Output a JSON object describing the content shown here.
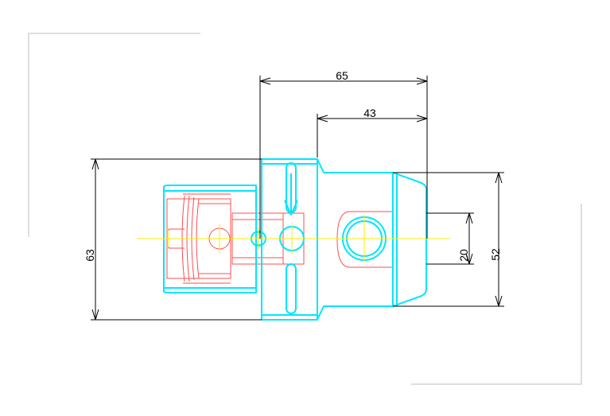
{
  "drawing": {
    "dimensions": {
      "overall_length": "65",
      "body_length": "43",
      "outer_diameter": "63",
      "shank_diameter": "52",
      "bore_diameter": "20"
    },
    "colors": {
      "outline": "#00e5ff",
      "hidden": "#ff4d4d",
      "centerline": "#ffee00",
      "dimension": "#000000",
      "frame": "#bdbdbd"
    }
  }
}
